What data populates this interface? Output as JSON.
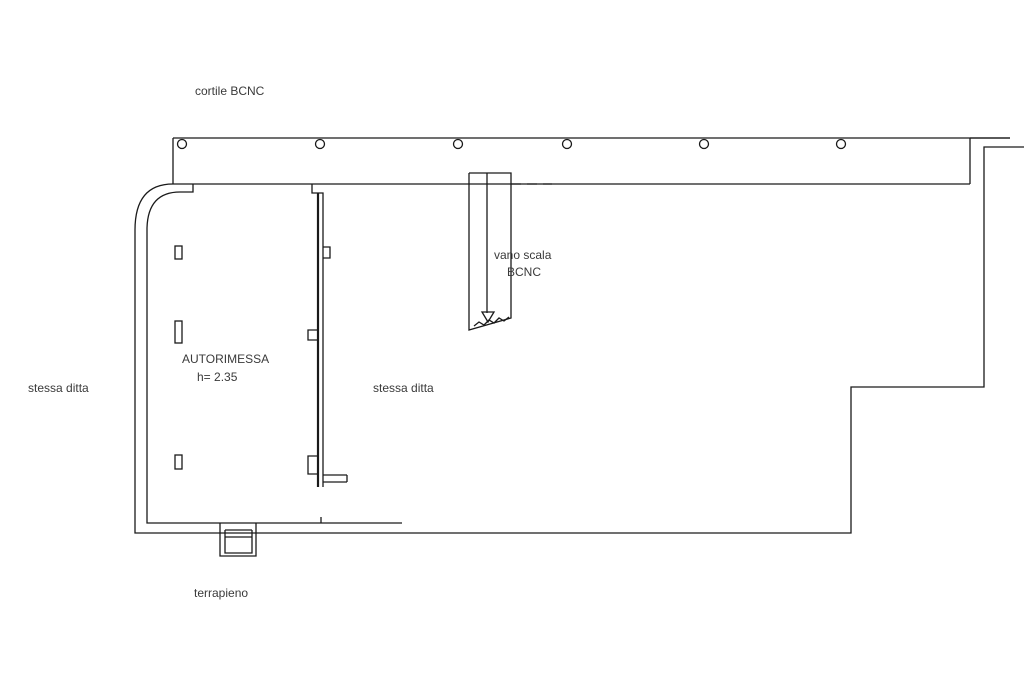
{
  "labels": {
    "courtyard": "cortile BCNC",
    "garage_name": "AUTORIMESSA",
    "garage_height": "h= 2.35",
    "stair_line1": "vano scala",
    "stair_line2": "BCNC",
    "same_firm_left": "stessa ditta",
    "same_firm_center": "stessa ditta",
    "embankment": "terrapieno"
  },
  "colors": {
    "line": "#1a1a1a",
    "text": "#3a3a3a",
    "background": "#ffffff"
  }
}
